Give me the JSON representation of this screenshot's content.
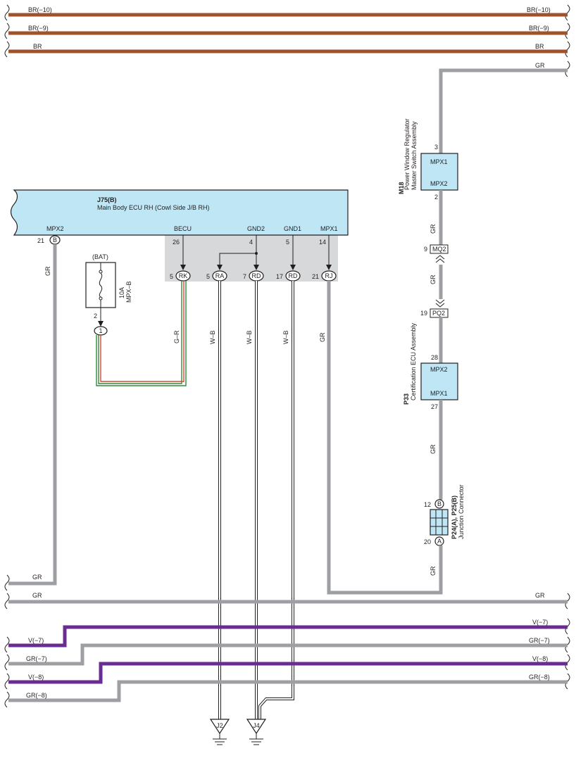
{
  "wires": {
    "br10": "BR(−10)",
    "br9": "BR(−9)",
    "br": "BR",
    "gr": "GR",
    "g_r": "G–R",
    "w_b": "W–B",
    "v7": "V(−7)",
    "gr7": "GR(−7)",
    "v8": "V(−8)",
    "gr8": "GR(−8)"
  },
  "ecu_j75": {
    "code": "J75(B)",
    "name": "Main Body ECU RH (Cowl Side J/B RH)",
    "terminals": [
      {
        "label": "MPX2",
        "pin": "21",
        "connector": "B"
      },
      {
        "label": "BECU",
        "pin": "26",
        "connector_pin": "5",
        "connector": "RK"
      },
      {
        "label": "GND2",
        "pin": "4",
        "connector_pin": "5",
        "connector": "RA"
      },
      {
        "label": "GND1",
        "pin": "5",
        "connector_pin": "7",
        "connector": "RD"
      },
      {
        "label": "MPX1",
        "pin": "14",
        "connector_pin": "17",
        "connector": "RD"
      }
    ],
    "rj": {
      "pin": "21",
      "connector": "RJ"
    }
  },
  "fuse": {
    "source": "(BAT)",
    "rating": "10A",
    "name": "MPX–B",
    "pin": "2",
    "connector": "1"
  },
  "m18": {
    "code": "M18",
    "name_line1": "Power Window Regulator",
    "name_line2": "Master Switch Assembly",
    "pin_top": "3",
    "pin_bottom": "2",
    "term_top": "MPX1",
    "term_bottom": "MPX2"
  },
  "mq2": {
    "pin": "9",
    "label": "MQ2"
  },
  "pq2": {
    "pin": "19",
    "label": "PQ2"
  },
  "p33": {
    "code": "P33",
    "name": "Certification ECU Assembly",
    "pin_top": "28",
    "pin_bottom": "27",
    "term_top": "MPX2",
    "term_bottom": "MPX1"
  },
  "p24": {
    "code": "P24(A), P25(B)",
    "name": "Junction Connector",
    "pin_top": "12",
    "conn_top": "B",
    "pin_bottom": "20",
    "conn_bottom": "A"
  },
  "grounds": {
    "j2": "J2",
    "j4": "J4"
  },
  "colors": {
    "brown": "#a0522d",
    "gray": "#9d9fa2",
    "violet": "#6a2c91",
    "component": "#bfe6f5",
    "junction_block": "#d7d8da"
  }
}
